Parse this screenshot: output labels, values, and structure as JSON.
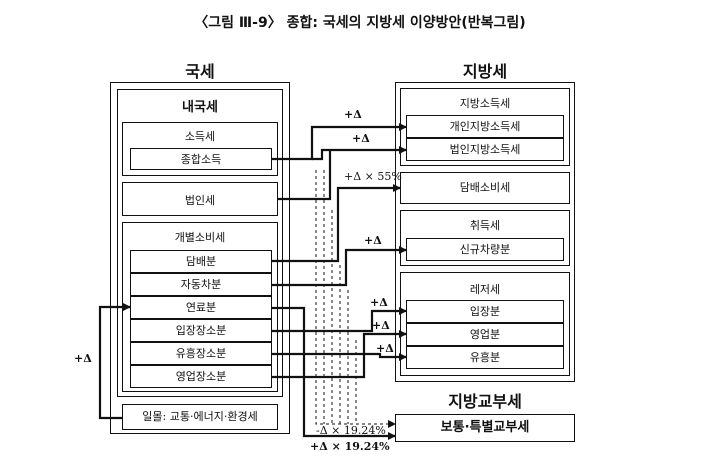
{
  "title": "〈그림 Ⅲ-9〉 종합: 국세의 지방세 이양방안(반복그림)",
  "national": {
    "heading": "국세",
    "internal_tax": "내국세",
    "income_tax": "소득세",
    "comprehensive_income": "종합소득",
    "corporate_tax": "법인세",
    "individual_consumption_tax": "개별소비세",
    "items": [
      "담배분",
      "자동차분",
      "연료분",
      "입장장소분",
      "유흥장소분",
      "영업장소분"
    ],
    "earmarked": "일몰: 교통·에너지·환경세"
  },
  "local": {
    "heading": "지방세",
    "local_income_tax": "지방소득세",
    "personal_local_income": "개인지방소득세",
    "corporate_local_income": "법인지방소득세",
    "tobacco_consumption": "담배소비세",
    "acquisition_tax": "취득세",
    "new_car": "신규차량분",
    "leisure_tax": "레저세",
    "leisure_items": [
      "입장분",
      "영업분",
      "유흥분"
    ]
  },
  "transfer": {
    "heading": "지방교부세",
    "general_special": "보통·특별교부세"
  },
  "annotations": {
    "delta_1": "+Δ",
    "delta_2": "+Δ",
    "delta_55": "+Δ × 55%",
    "delta_car": "+Δ",
    "delta_entry": "+Δ",
    "delta_biz": "+Δ",
    "delta_ent": "+Δ",
    "delta_left": "+Δ",
    "minus_1924": "-Δ × 19.24%",
    "plus_1924": "+Δ × 19.24%"
  }
}
